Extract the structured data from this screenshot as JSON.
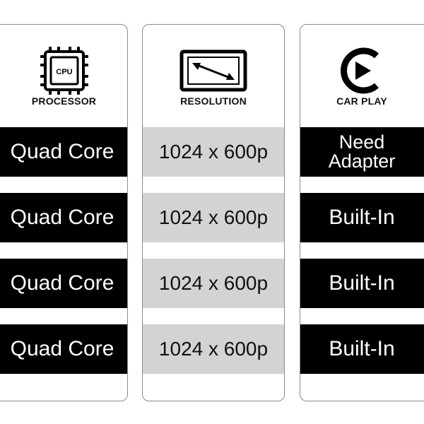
{
  "columns": [
    {
      "id": "processor",
      "icon": "cpu-icon",
      "icon_text": "CPU",
      "label": "PROCESSOR",
      "rows": [
        "Quad Core",
        "Quad Core",
        "Quad Core",
        "Quad Core"
      ]
    },
    {
      "id": "resolution",
      "icon": "screen-resolution-icon",
      "label": "RESOLUTION",
      "rows": [
        "1024 x 600p",
        "1024 x 600p",
        "1024 x 600p",
        "1024 x 600p"
      ]
    },
    {
      "id": "carplay",
      "icon": "carplay-icon",
      "label": "CAR PLAY",
      "rows": [
        "Need\nAdapter",
        "Built-In",
        "Built-In",
        "Built-In"
      ]
    }
  ],
  "colors": {
    "dark_row": "#000000",
    "light_row": "#d3d3d3",
    "border": "#8a8a8a"
  }
}
